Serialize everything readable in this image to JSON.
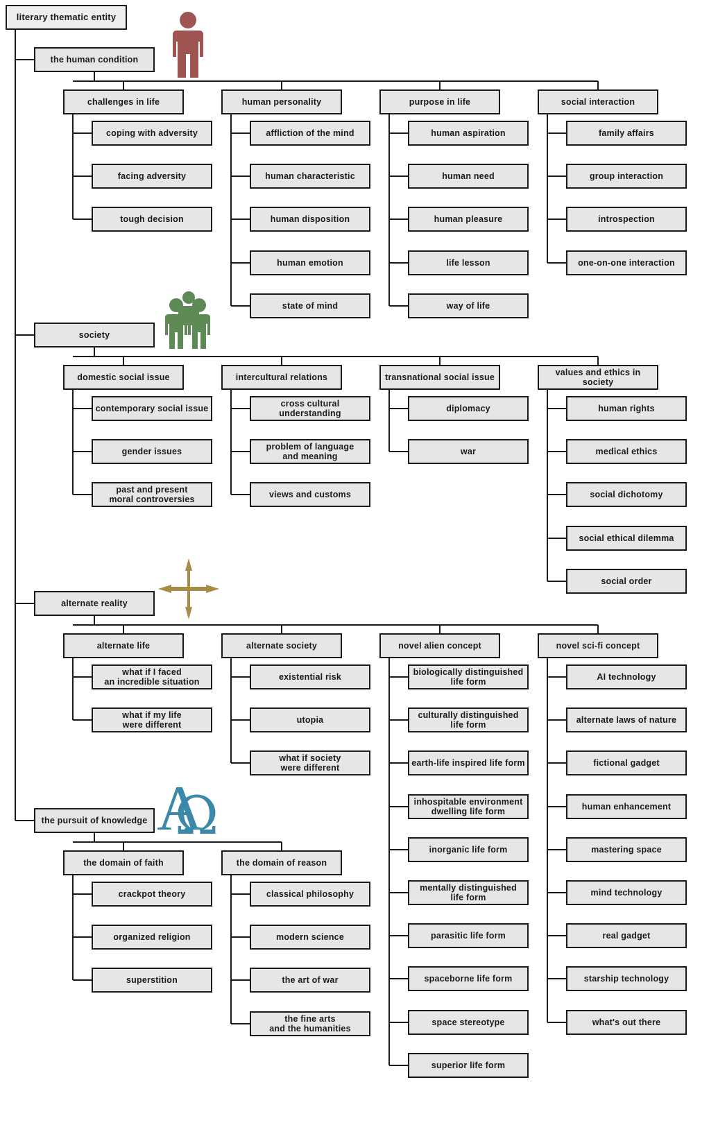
{
  "root": "literary thematic entity",
  "icons": [
    {
      "name": "person-icon",
      "color": "#a05452"
    },
    {
      "name": "group-of-people-icon",
      "color": "#5e8a55"
    },
    {
      "name": "compass-cross-icon",
      "color": "#a88b47"
    },
    {
      "name": "alpha-omega-icon",
      "color": "#3a89a8"
    }
  ],
  "categories": [
    {
      "label": "the human condition",
      "groups": [
        {
          "label": "challenges in life",
          "items": [
            "coping with adversity",
            "facing adversity",
            "tough decision"
          ]
        },
        {
          "label": "human personality",
          "items": [
            "affliction of the mind",
            "human characteristic",
            "human disposition",
            "human emotion",
            "state of mind"
          ]
        },
        {
          "label": "purpose in life",
          "items": [
            "human aspiration",
            "human need",
            "human pleasure",
            "life lesson",
            "way of life"
          ]
        },
        {
          "label": "social interaction",
          "items": [
            "family affairs",
            "group interaction",
            "introspection",
            "one-on-one interaction"
          ]
        }
      ]
    },
    {
      "label": "society",
      "groups": [
        {
          "label": "domestic social issue",
          "items": [
            "contemporary social issue",
            "gender issues",
            "past and  present\nmoral controversies"
          ]
        },
        {
          "label": "intercultural relations",
          "items": [
            "cross cultural\nunderstanding",
            "problem of language\nand meaning",
            "views and customs"
          ]
        },
        {
          "label": "transnational social issue",
          "items": [
            "diplomacy",
            "war"
          ]
        },
        {
          "label": "values and ethics in society",
          "items": [
            "human rights",
            "medical ethics",
            "social dichotomy",
            "social ethical dilemma",
            "social order"
          ]
        }
      ]
    },
    {
      "label": "alternate reality",
      "groups": [
        {
          "label": "alternate life",
          "items": [
            "what if I faced\nan incredible situation",
            "what if my life\nwere different"
          ]
        },
        {
          "label": "alternate society",
          "items": [
            "existential risk",
            "utopia",
            "what if society\nwere different"
          ]
        },
        {
          "label": "novel alien concept",
          "items": [
            "biologically distinguished\nlife form",
            "culturally distinguished\nlife form",
            "earth-life inspired life form",
            "inhospitable environment\ndwelling life form",
            "inorganic life form",
            "mentally distinguished\nlife form",
            "parasitic life form",
            "spaceborne life form",
            "space stereotype",
            "superior life form"
          ]
        },
        {
          "label": "novel sci-fi concept",
          "items": [
            "AI technology",
            "alternate laws of nature",
            "fictional gadget",
            "human enhancement",
            "mastering space",
            "mind technology",
            "real gadget",
            "starship technology",
            "what's out there"
          ]
        }
      ]
    },
    {
      "label": "the pursuit of knowledge",
      "groups": [
        {
          "label": "the domain of faith",
          "items": [
            "crackpot theory",
            "organized religion",
            "superstition"
          ]
        },
        {
          "label": "the domain of reason",
          "items": [
            "classical philosophy",
            "modern science",
            "the art of war",
            "the fine arts\nand the humanities"
          ]
        }
      ]
    }
  ]
}
